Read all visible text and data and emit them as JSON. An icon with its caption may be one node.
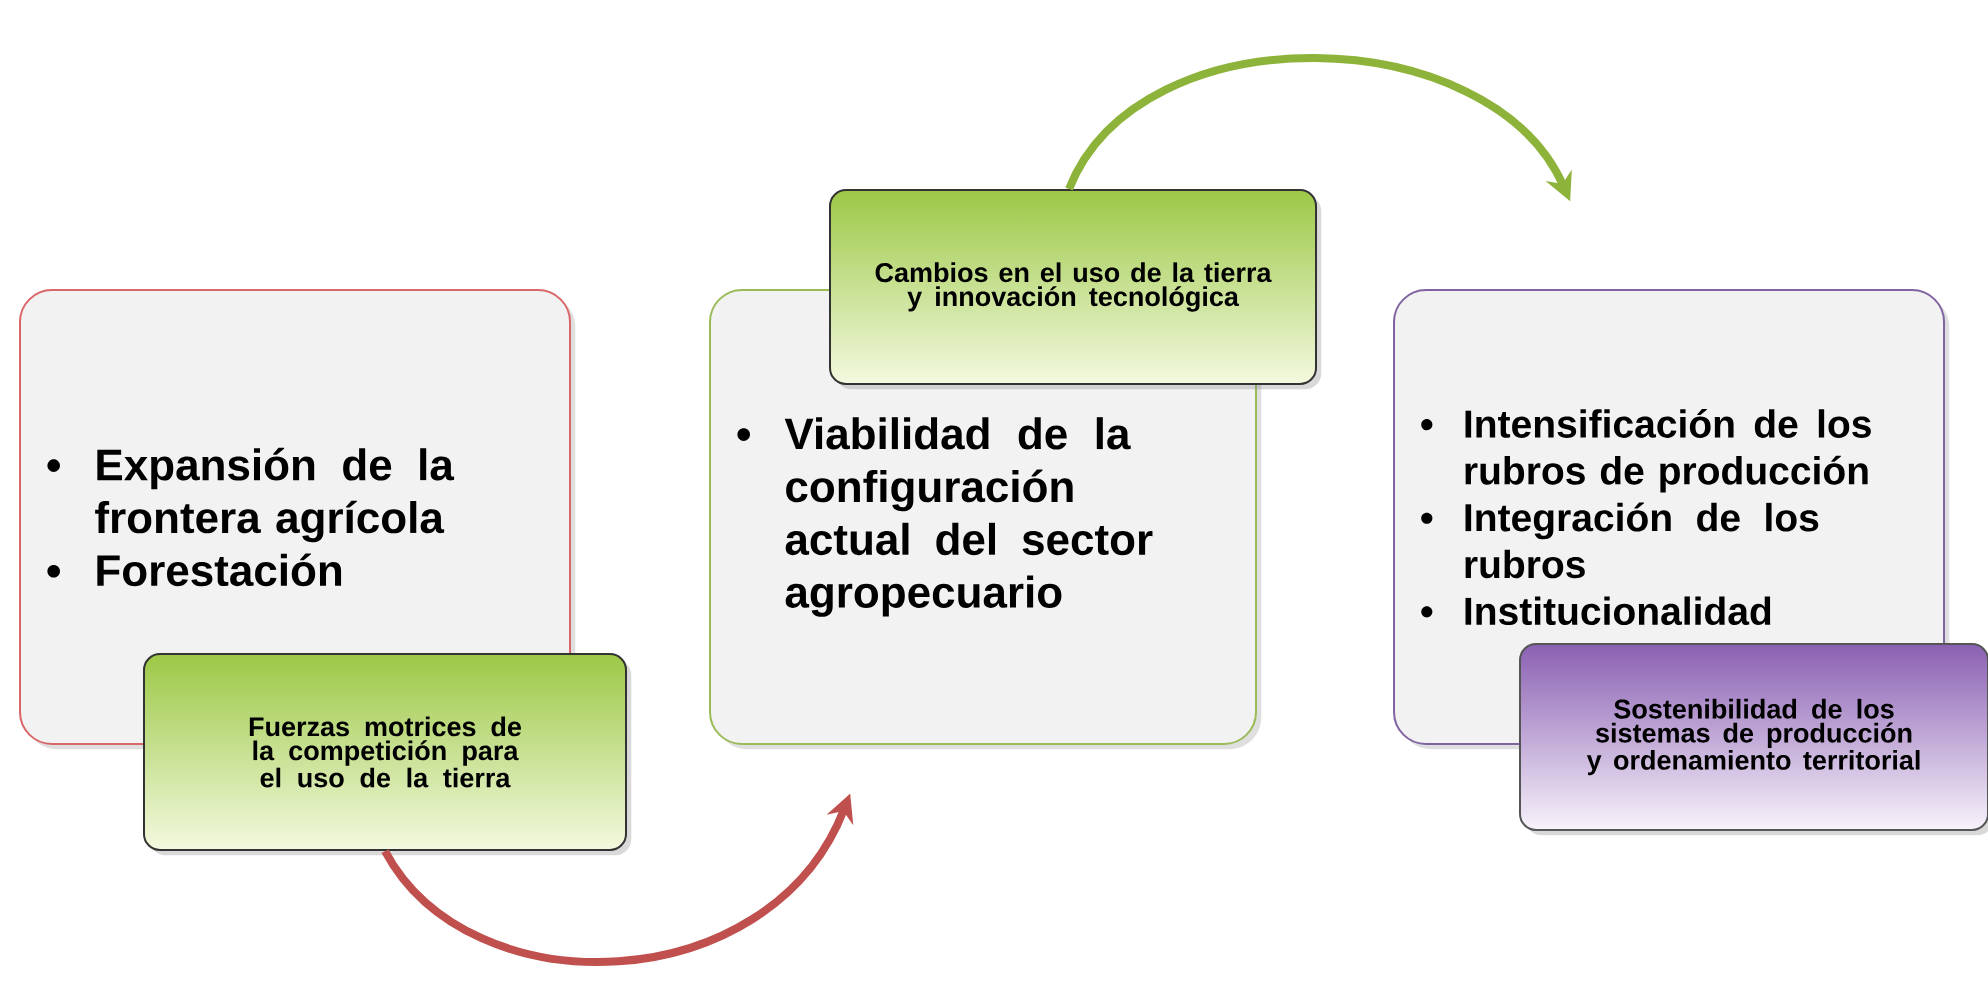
{
  "diagram": {
    "nodes": [
      {
        "text": [
          "Expansión de la frontera agrícola",
          "Forestación"
        ]
      },
      {
        "text": [
          "Fuerzas motrices de la competición para el uso de la tierra"
        ]
      },
      {
        "text": [
          "Viabilidad de la configuración actual del sector agropecuario"
        ]
      },
      {
        "text": [
          "Cambios en el uso de la tierra y innovación tecnológica"
        ]
      },
      {
        "text": [
          "Intensificación de los rubros de producción",
          "Integración de los rubros",
          "Institucionalidad"
        ]
      },
      {
        "text": [
          "Sostenibilidad de los sistemas de producción y ordenamiento territorial"
        ]
      }
    ],
    "edges": [
      {
        "from": 1,
        "to": 2,
        "arrow": "to",
        "color": "#c0504d"
      },
      {
        "from": 3,
        "to": 4,
        "arrow": "to",
        "color": "#8db33a"
      }
    ],
    "labels": [
      "•",
      "•",
      "•",
      "•",
      "•",
      "•"
    ]
  }
}
